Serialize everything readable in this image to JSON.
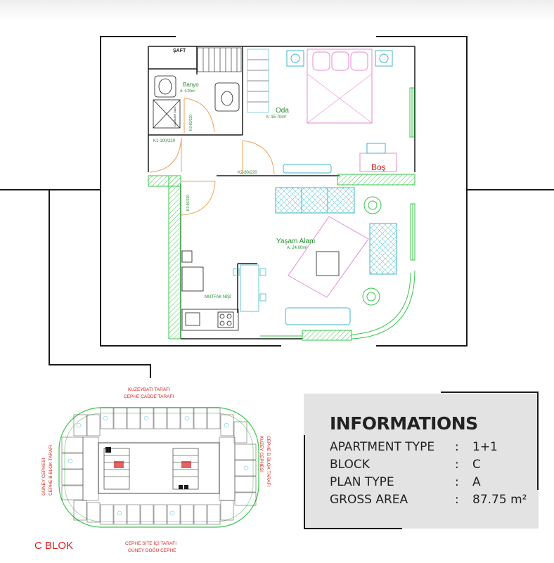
{
  "plan_labels": {
    "saft": "ŞAFT",
    "banyo": "Banyo",
    "banyo_area": "A: 4.20m²",
    "oda": "Oda",
    "oda_area": "A: 15.70m²",
    "bos": "Boş",
    "yasam": "Yaşam Alanı",
    "yasam_area": "A: 24.00m²",
    "mutfak": "MUTFAK NİŞİ",
    "door_k1": "K1-100/220",
    "door_k2": "K2-80/220",
    "door_k3": "K3-80/220",
    "door_k4": "K2-80/220",
    "dush": "ÇAMAŞIR MAK."
  },
  "site_labels": {
    "north1": "KUZEYBATI TARAFI",
    "north2": "CEPHE CADDE TARAFI",
    "south1": "CEPHE SİTE İÇİ TARAFI",
    "south2": "GÜNEY DOĞU CEPHE",
    "west1": "GÜNEY CEPHESİ",
    "west2": "CEPHE B BLOK TARAFI",
    "east1": "KUZEY CEPHESİ",
    "east2": "CEPHE D BLOK TARAFI",
    "block": "C BLOK"
  },
  "info": {
    "title": "INFORMATIONS",
    "rows": [
      {
        "label": "APARTMENT TYPE",
        "sep": ":",
        "value": "1+1"
      },
      {
        "label": "BLOCK",
        "sep": ":",
        "value": "C"
      },
      {
        "label": "PLAN TYPE",
        "sep": ":",
        "value": "A"
      },
      {
        "label": "GROSS AREA",
        "sep": ":",
        "value": "87.75 m²"
      }
    ]
  },
  "colors": {
    "wall": "#1a1a1a",
    "window_green": "#37c64a",
    "door_orange": "#f0a050",
    "furniture_cyan": "#3fb6c8",
    "bed_magenta": "#e58ad2",
    "label_green": "#1e8f2a",
    "site_red": "#d8201e"
  }
}
